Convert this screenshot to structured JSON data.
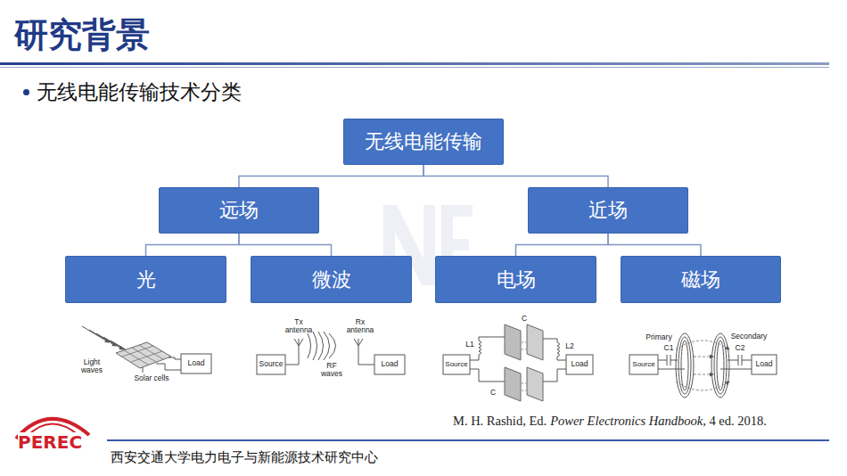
{
  "diagram": {
    "title": "研究背景",
    "nodes": [
      {
        "text": [
          "无线电能传输"
        ]
      },
      {
        "text": [
          "远场"
        ]
      },
      {
        "text": [
          "近场"
        ]
      },
      {
        "text": [
          "光"
        ]
      },
      {
        "text": [
          "微波"
        ]
      },
      {
        "text": [
          "电场"
        ]
      },
      {
        "text": [
          "磁场"
        ]
      }
    ],
    "edges": [
      {
        "from": 0,
        "to": 1,
        "arrow": "none"
      },
      {
        "from": 0,
        "to": 2,
        "arrow": "none"
      },
      {
        "from": 1,
        "to": 3,
        "arrow": "none"
      },
      {
        "from": 1,
        "to": 4,
        "arrow": "none"
      },
      {
        "from": 2,
        "to": 5,
        "arrow": "none"
      },
      {
        "from": 2,
        "to": 6,
        "arrow": "none"
      }
    ],
    "labels": [
      "无线电能传输技术分类",
      "Light waves",
      "Solar cells",
      "Load",
      "Tx antenna",
      "RF waves",
      "Rx antenna",
      "Source",
      "Load",
      "Source",
      "L1",
      "C",
      "L2",
      "C",
      "Load",
      "Primary",
      "Secondary",
      "C1",
      "C2",
      "Source",
      "Load",
      "M. H. Rashid, Ed.",
      "Power Electronics Handbook",
      ", 4 ed. 2018.",
      "PEREC",
      "西安交通大学电力电子与新能源技术研究中心"
    ]
  }
}
